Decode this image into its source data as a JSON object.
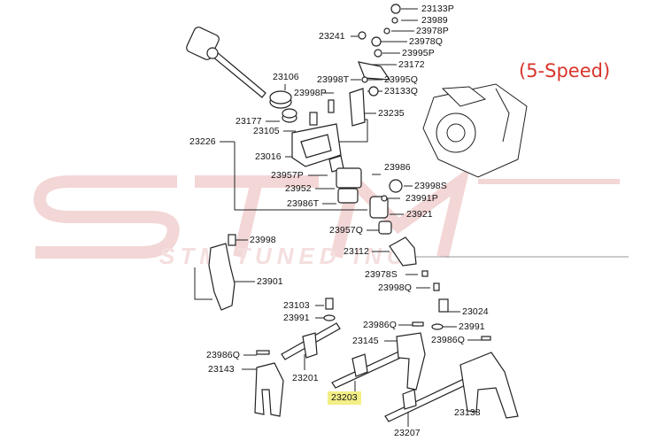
{
  "diagram": {
    "title": "(5-Speed)",
    "watermark": "STM TUNED INC.",
    "highlight_color": "#f3ef86",
    "title_color": "#d9342b",
    "highlighted_part": "23203",
    "parts": [
      {
        "id": "p23133P",
        "label": "23133P"
      },
      {
        "id": "p23989",
        "label": "23989"
      },
      {
        "id": "p23978P",
        "label": "23978P"
      },
      {
        "id": "p23241",
        "label": "23241"
      },
      {
        "id": "p23978Q",
        "label": "23978Q"
      },
      {
        "id": "p23995P",
        "label": "23995P"
      },
      {
        "id": "p23172",
        "label": "23172"
      },
      {
        "id": "p23106",
        "label": "23106"
      },
      {
        "id": "p23998T",
        "label": "23998T"
      },
      {
        "id": "p23995Q",
        "label": "23995Q"
      },
      {
        "id": "p23998P",
        "label": "23998P"
      },
      {
        "id": "p23133Q",
        "label": "23133Q"
      },
      {
        "id": "p23235",
        "label": "23235"
      },
      {
        "id": "p23177",
        "label": "23177"
      },
      {
        "id": "p23105",
        "label": "23105"
      },
      {
        "id": "p23226",
        "label": "23226"
      },
      {
        "id": "p23016",
        "label": "23016"
      },
      {
        "id": "p23986",
        "label": "23986"
      },
      {
        "id": "p23957P",
        "label": "23957P"
      },
      {
        "id": "p23998S",
        "label": "23998S"
      },
      {
        "id": "p23952",
        "label": "23952"
      },
      {
        "id": "p23991P",
        "label": "23991P"
      },
      {
        "id": "p23986T",
        "label": "23986T"
      },
      {
        "id": "p23921",
        "label": "23921"
      },
      {
        "id": "p23957Q",
        "label": "23957Q"
      },
      {
        "id": "p23998",
        "label": "23998"
      },
      {
        "id": "p23112",
        "label": "23112"
      },
      {
        "id": "p23978S",
        "label": "23978S"
      },
      {
        "id": "p23901",
        "label": "23901"
      },
      {
        "id": "p23998Q",
        "label": "23998Q"
      },
      {
        "id": "p23103",
        "label": "23103"
      },
      {
        "id": "p23024",
        "label": "23024"
      },
      {
        "id": "p23991",
        "label": "23991"
      },
      {
        "id": "p23986Q_mid",
        "label": "23986Q"
      },
      {
        "id": "p23991_right",
        "label": "23991"
      },
      {
        "id": "p23145",
        "label": "23145"
      },
      {
        "id": "p23986Q_right",
        "label": "23986Q"
      },
      {
        "id": "p23986Q_left",
        "label": "23986Q"
      },
      {
        "id": "p23143",
        "label": "23143"
      },
      {
        "id": "p23201",
        "label": "23201"
      },
      {
        "id": "p23203",
        "label": "23203"
      },
      {
        "id": "p23138",
        "label": "23138"
      },
      {
        "id": "p23207",
        "label": "23207"
      }
    ]
  }
}
